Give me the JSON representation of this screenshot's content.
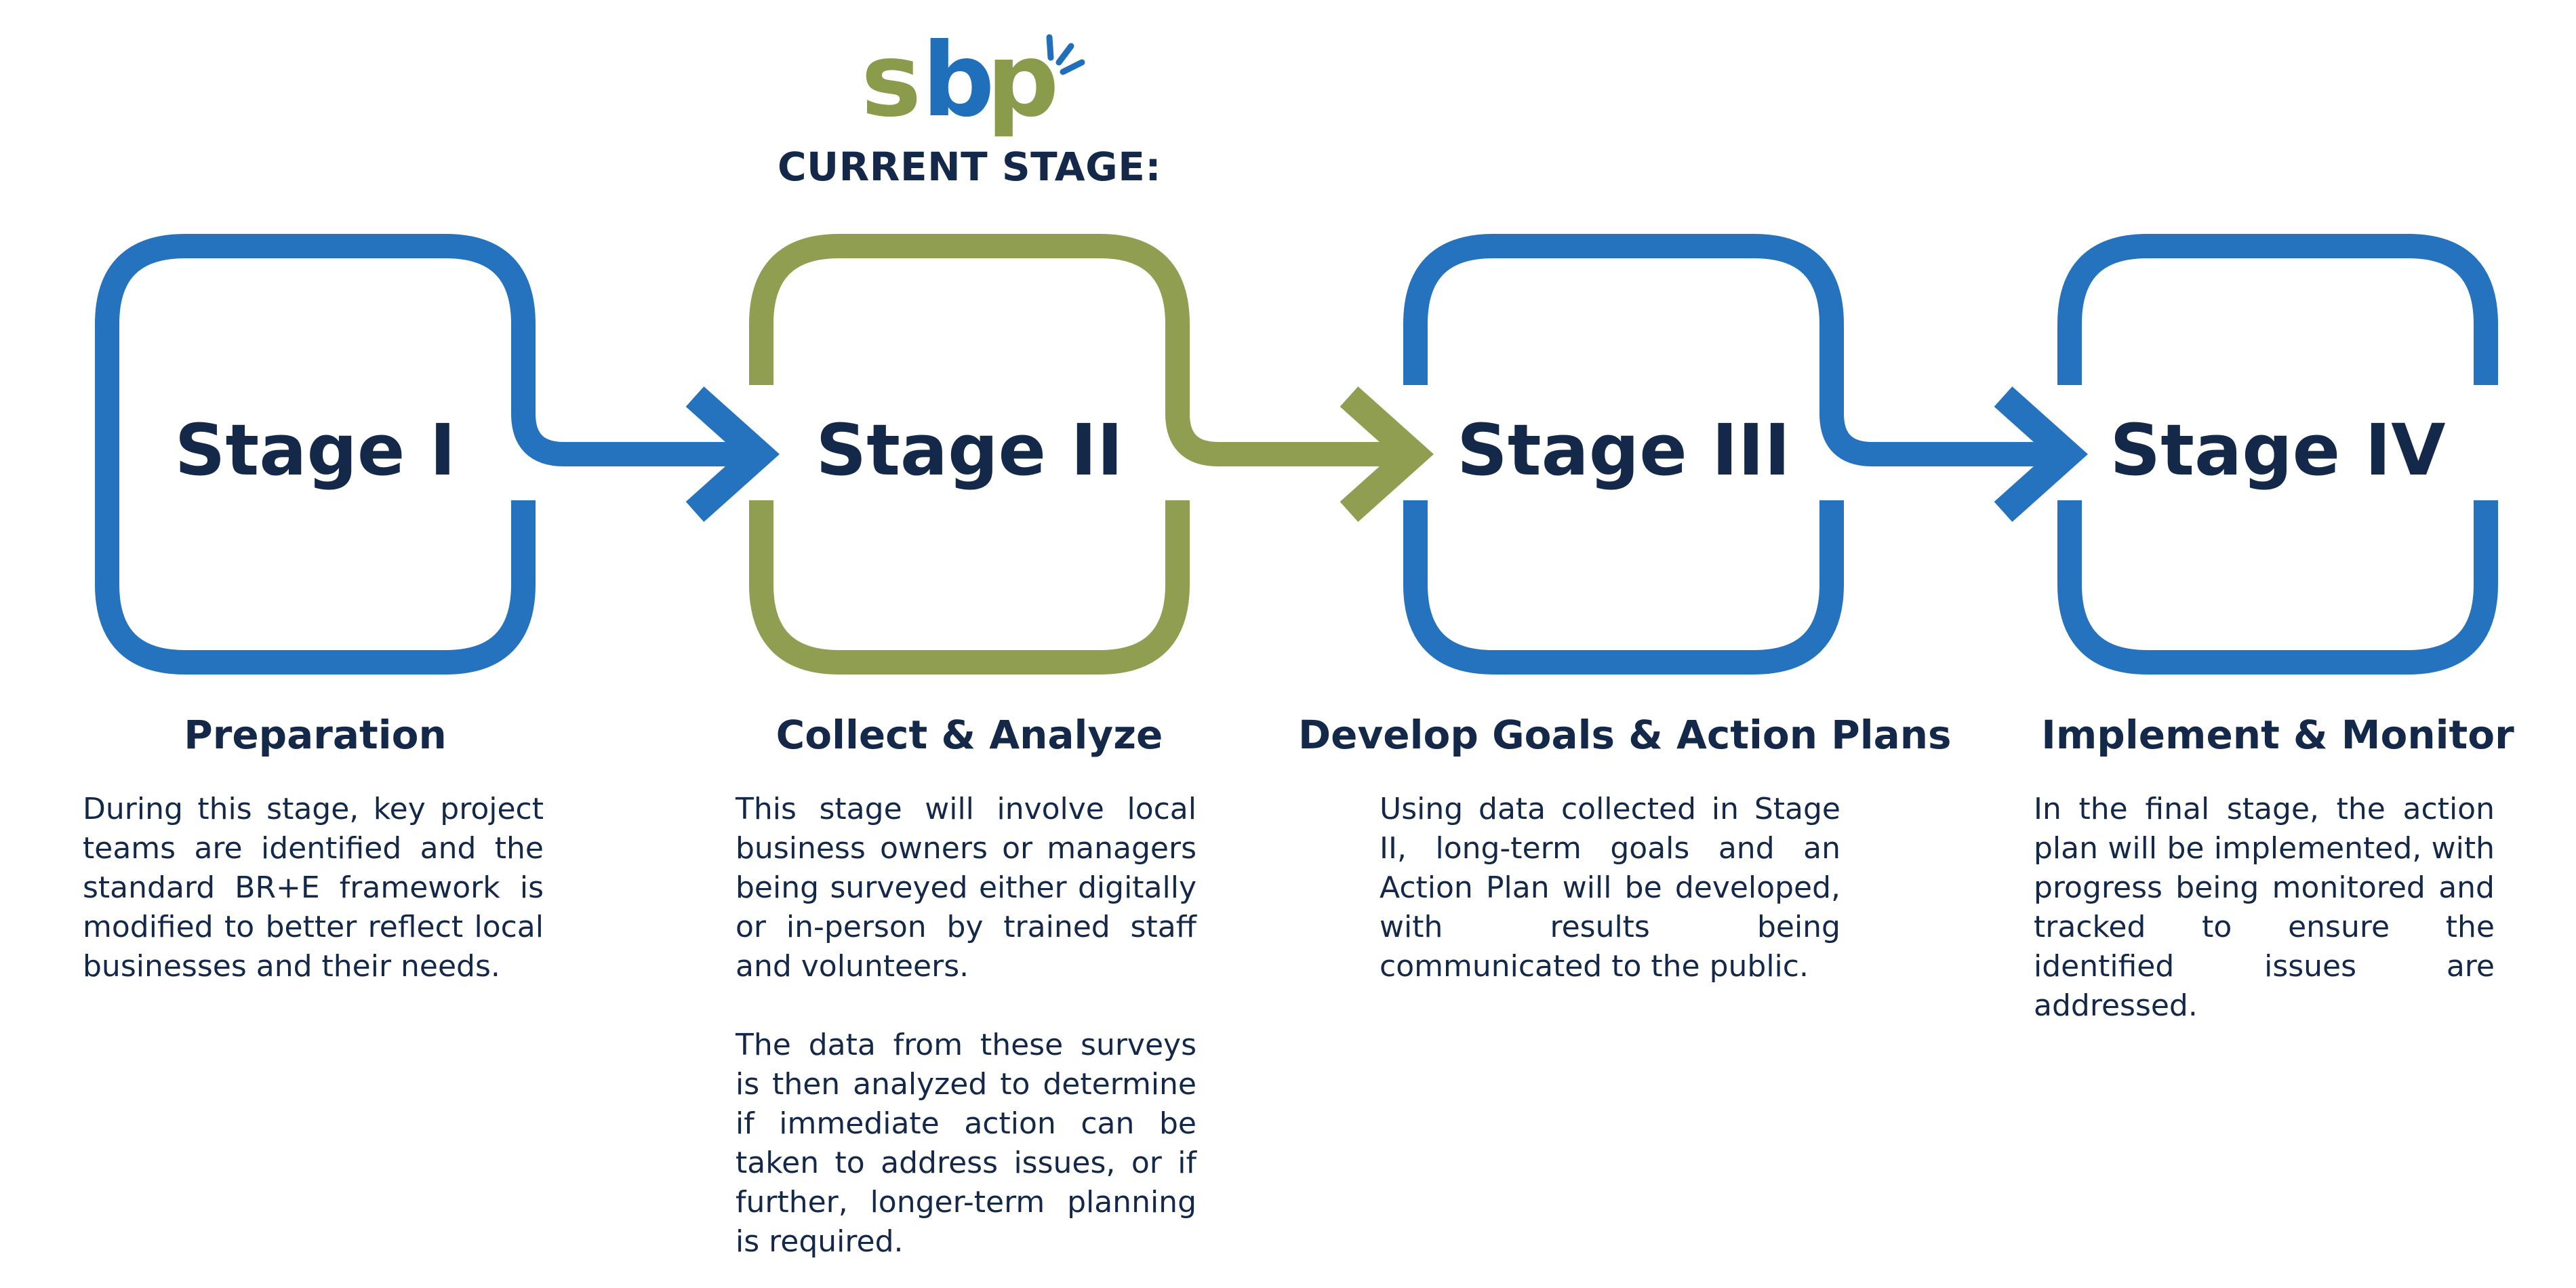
{
  "logo": {
    "text": "sbp",
    "colors": {
      "s": "#8a9b4c",
      "b": "#1f6fba",
      "p": "#8a9b4c",
      "sparks": "#1f6fba"
    }
  },
  "current_stage_label": "CURRENT STAGE:",
  "colors": {
    "blue": "#2573be",
    "green": "#8f9e50",
    "text": "#14294a"
  },
  "current_stage_index": 1,
  "stages": [
    {
      "name": "Stage I",
      "heading": "Preparation",
      "color": "blue",
      "paragraphs": [
        "During this stage, key project teams are identified and the standard BR+E framework is modified to better reflect local businesses and their needs."
      ]
    },
    {
      "name": "Stage II",
      "heading": "Collect & Analyze",
      "color": "green",
      "paragraphs": [
        "This stage will involve local business owners or managers being surveyed either digitally or in-person by trained staff and volunteers.",
        "The data from these surveys is then analyzed to determine if immediate action can be taken to address issues, or if further, longer-term planning is required."
      ]
    },
    {
      "name": "Stage III",
      "heading": "Develop Goals & Action Plans",
      "color": "blue",
      "paragraphs": [
        "Using data collected in Stage II, long-term goals and an Action Plan will be developed, with results being communicated to the public."
      ]
    },
    {
      "name": "Stage IV",
      "heading": "Implement & Monitor",
      "color": "blue",
      "paragraphs": [
        "In the final stage, the action plan will be implemented, with progress being monitored and tracked to ensure the identified issues are addressed."
      ]
    }
  ]
}
